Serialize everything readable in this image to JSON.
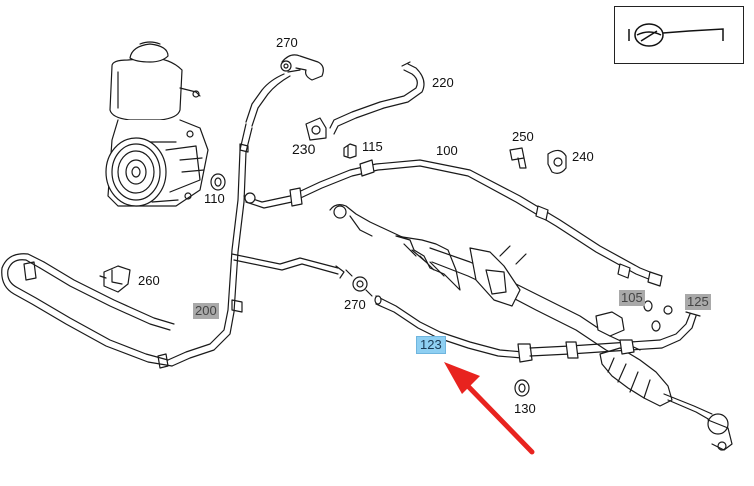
{
  "parts": {
    "p270_top": "270",
    "p220": "220",
    "p230": "230",
    "p115": "115",
    "p100": "100",
    "p250": "250",
    "p240": "240",
    "p110": "110",
    "p260": "260",
    "p200": "200",
    "p270_mid": "270",
    "p123": "123",
    "p105": "105",
    "p125": "125",
    "p130": "130"
  },
  "colors": {
    "line": "#1a1a1a",
    "gray_highlight": "#a9a9a9",
    "blue_highlight": "#8ecff2",
    "arrow": "#e8231f"
  },
  "icons": {
    "thumbnail": "steering-wheel-icon",
    "pointer": "red-arrow-icon"
  }
}
